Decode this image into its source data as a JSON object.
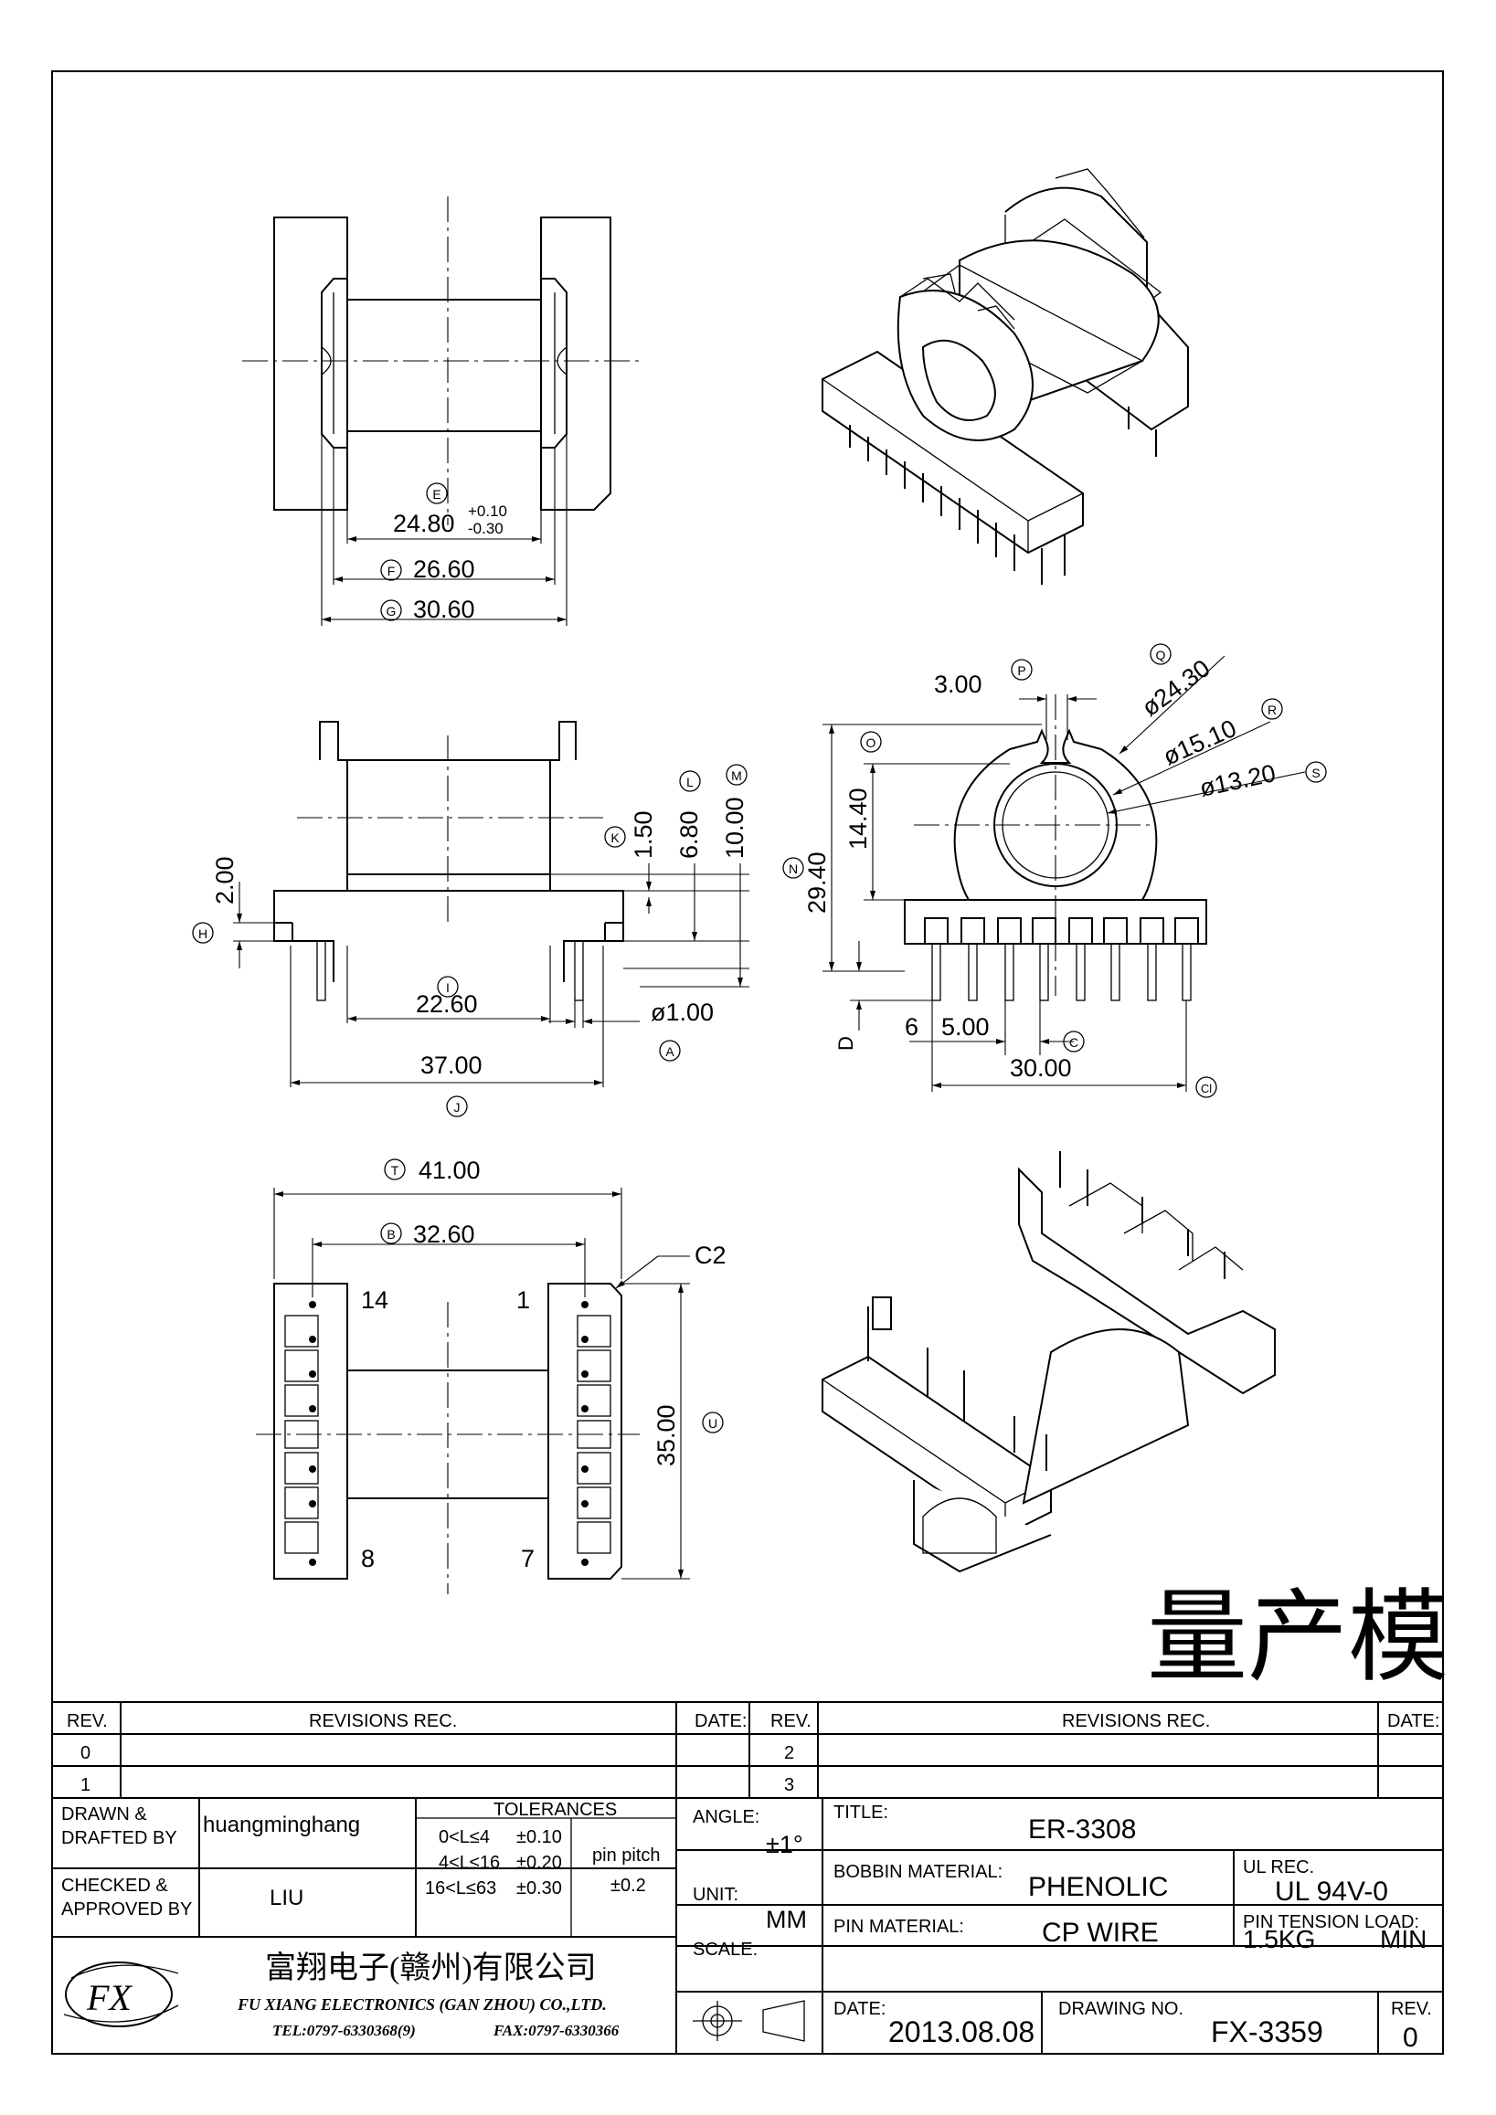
{
  "stamp": "量产模",
  "views": {
    "top_front": {
      "e_mark": "E",
      "e_value": "24.80",
      "e_tol_plus": "+0.10",
      "e_tol_minus": "-0.30",
      "f_mark": "F",
      "f_value": "26.60",
      "g_mark": "G",
      "g_value": "30.60"
    },
    "side": {
      "k_mark": "K",
      "k_value": "1.50",
      "l_mark": "L",
      "l_value": "6.80",
      "m_mark": "M",
      "m_value": "10.00",
      "h_value": "2.00",
      "h_mark": "H",
      "i_mark": "I",
      "i_value": "22.60",
      "pin_dia": "ø1.00",
      "a_mark": "A",
      "j_value": "37.00",
      "j_mark": "J"
    },
    "end": {
      "p_value": "3.00",
      "p_mark": "P",
      "q_mark": "Q",
      "q_value": "ø24.30",
      "r_value": "ø15.10",
      "r_mark": "R",
      "s_value": "ø13.20",
      "s_mark": "S",
      "o_mark": "O",
      "o_value": "14.40",
      "n_mark": "N",
      "n_value": "29.40",
      "d_mark": "D",
      "c_prefix": "6",
      "c_value": "5.00",
      "c_mark": "C",
      "cl_value": "30.00",
      "cl_mark": "Cl"
    },
    "bottom": {
      "t_mark": "T",
      "t_value": "41.00",
      "b_mark": "B",
      "b_value": "32.60",
      "chamfer": "C2",
      "pin14": "14",
      "pin1": "1",
      "pin8": "8",
      "pin7": "7",
      "u_value": "35.00",
      "u_mark": "U"
    }
  },
  "title_block": {
    "rev_header": "REV.",
    "revisions_header": "REVISIONS    REC.",
    "date_header": "DATE:",
    "rev_rows_left": [
      "0",
      "1"
    ],
    "rev_rows_right": [
      "2",
      "3"
    ],
    "drawn_label_1": "DRAWN  &",
    "drawn_label_2": "DRAFTED  BY",
    "drawn_by": "huangminghang",
    "checked_label_1": "CHECKED  &",
    "checked_label_2": "APPROVED  BY",
    "checked_by": "LIU",
    "tolerances_header": "TOLERANCES",
    "tol_rows": [
      {
        "range": "0<L≤4",
        "tol": "±0.10"
      },
      {
        "range": "4<L≤16",
        "tol": "±0.20"
      },
      {
        "range": "16<L≤63",
        "tol": "±0.30"
      }
    ],
    "pin_pitch_label": "pin  pitch",
    "pin_pitch_tol": "±0.2",
    "angle_label": "ANGLE:",
    "angle_value": "±1°",
    "unit_label": "UNIT:",
    "unit_value": "MM",
    "scale_label": "SCALE:",
    "title_label": "TITLE:",
    "title_value": "ER-3308",
    "bobbin_material_label": "BOBBIN  MATERIAL:",
    "bobbin_material_value": "PHENOLIC",
    "ul_rec_label": "UL  REC.",
    "ul_rec_value": "UL  94V-0",
    "pin_material_label": "PIN  MATERIAL:",
    "pin_material_value": "CP  WIRE",
    "pin_tension_label": "PIN  TENSION  LOAD:",
    "pin_tension_value": "1.5KG",
    "pin_tension_unit": "MIN",
    "company_cn": "富翔电子(赣州)有限公司",
    "company_en": "FU XIANG ELECTRONICS (GAN ZHOU) CO.,LTD.",
    "tel": "TEL:0797-6330368(9)",
    "fax": "FAX:0797-6330366",
    "logo_text": "FX",
    "date_label": "DATE:",
    "date_value": "2013.08.08",
    "drawing_no_label": "DRAWING  NO.",
    "drawing_no_value": "FX-3359",
    "rev_label": "REV.",
    "rev_value": "0"
  }
}
